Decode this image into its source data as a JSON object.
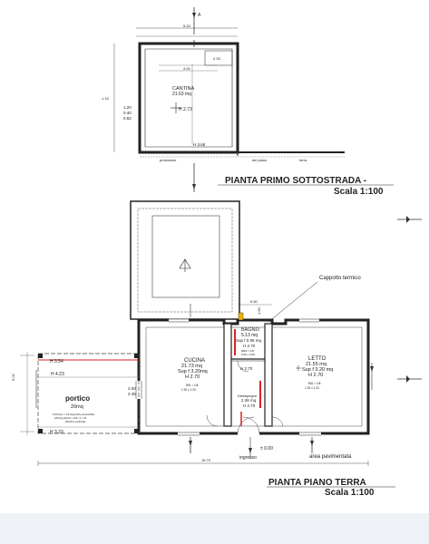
{
  "lower_title": "PIANTA PRIMO SOTTOSTRADA -",
  "lower_scale": "Scala 1:100",
  "ground_title": "PIANTA PIANO TERRA",
  "ground_scale": "Scala 1:100",
  "cantina": {
    "name": "CANTINA",
    "area": "21.63 mq",
    "height": "H 2.73",
    "h_side": "H 3.68"
  },
  "lower_dims": {
    "top": "5.20",
    "side": "1.15",
    "right_small": "2.33",
    "left_a": "1.20",
    "left_b": "0.40",
    "left_c": "0.82"
  },
  "proiezione": [
    "proiezione",
    "del piano",
    "terra"
  ],
  "cappotto": "Cappotto termico",
  "bagno": {
    "name": "BAGNO",
    "area": "5.13 mq",
    "sup": "Sup f 0.96 mq",
    "height": "H 2.70",
    "note1": "RRR = 1/8",
    "note2": "0.00 x 0.60"
  },
  "cucina": {
    "name": "CUCINA",
    "area": "21.73 mq",
    "sup": "Sup f 3.20mq",
    "height": "H 2.70",
    "note1": "RAI = 1/8",
    "note2": "1.30 x 1.20"
  },
  "letto": {
    "name": "LETTO",
    "area": "21.55 mq",
    "sup": "Sup f 3.20 mq",
    "height": "H 2.70",
    "note1": "RAI = 1/8",
    "note2": "1.30 x 1.20"
  },
  "disimpegno": {
    "name": "Disimpegno",
    "area": "2.36 mq",
    "height": "H 2.70",
    "hall_height": "H 2.70"
  },
  "portico": {
    "name": "portico",
    "area": "20mq",
    "note1": "S.Portico = 1/4 Superficie Accessibile",
    "note2": "(25x4)+(20x4) = 124 / 4 = 31",
    "note3": "25x25 S verificata",
    "h1": "H 3.54",
    "h2": "H 4.23",
    "h3": "H 3.33",
    "d1": "2.00",
    "d2": "2.45"
  },
  "ingresso": "ingresso",
  "area_pav": "area pavimentata",
  "quota": "± 0.00",
  "dim_bottom": "16.70",
  "dim_top": "5.50"
}
